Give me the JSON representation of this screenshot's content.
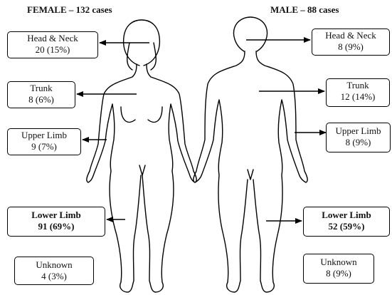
{
  "female": {
    "heading": "FEMALE – 132 cases",
    "regions": [
      {
        "name": "Head & Neck",
        "value": "20 (15%)"
      },
      {
        "name": "Trunk",
        "value": "8 (6%)"
      },
      {
        "name": "Upper Limb",
        "value": "9 (7%)"
      },
      {
        "name": "Lower Limb",
        "value": "91 (69%)"
      },
      {
        "name": "Unknown",
        "value": "4 (3%)"
      }
    ]
  },
  "male": {
    "heading": "MALE – 88 cases",
    "regions": [
      {
        "name": "Head & Neck",
        "value": "8 (9%)"
      },
      {
        "name": "Trunk",
        "value": "12 (14%)"
      },
      {
        "name": "Upper Limb",
        "value": "8 (9%)"
      },
      {
        "name": "Lower Limb",
        "value": "52 (59%)"
      },
      {
        "name": "Unknown",
        "value": "8 (9%)"
      }
    ]
  }
}
